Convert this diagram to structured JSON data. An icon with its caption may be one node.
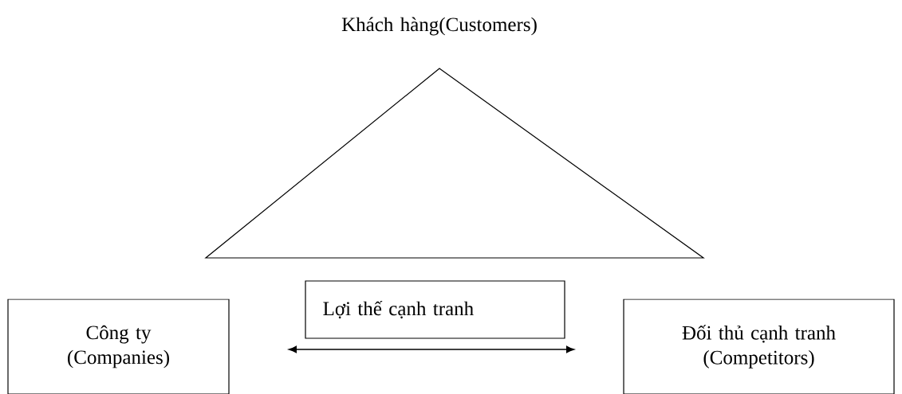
{
  "diagram": {
    "nodes": [
      {
        "text": [
          "Khách hàng(Customers)"
        ]
      },
      {
        "text": [
          "Công ty (Companies)"
        ]
      },
      {
        "text": [
          "Lợi thế cạnh tranh"
        ]
      },
      {
        "text": [
          "Đối thủ cạnh tranh (Competitors)"
        ]
      }
    ]
  }
}
